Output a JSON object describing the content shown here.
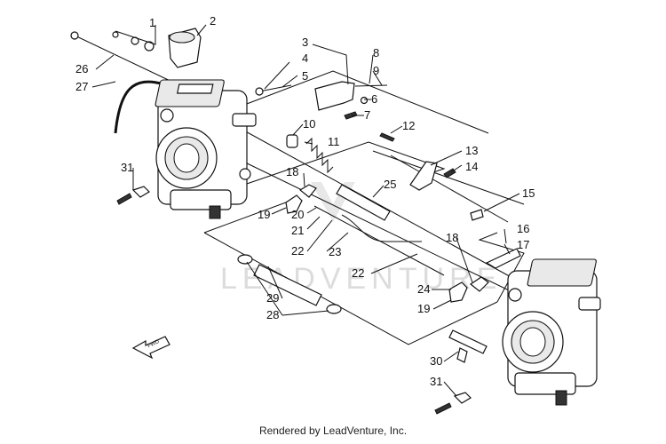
{
  "caption": "Rendered by LeadVenture, Inc.",
  "watermark": "LEADVENTURE",
  "fwd_label": "FWD",
  "callouts": [
    "1",
    "2",
    "3",
    "4",
    "5",
    "8",
    "9",
    "26",
    "27",
    "6",
    "7",
    "12",
    "10",
    "11",
    "13",
    "14",
    "31",
    "18",
    "25",
    "15",
    "19",
    "20",
    "21",
    "16",
    "17",
    "22",
    "23",
    "18",
    "22",
    "24",
    "19",
    "29",
    "28",
    "30",
    "31"
  ]
}
